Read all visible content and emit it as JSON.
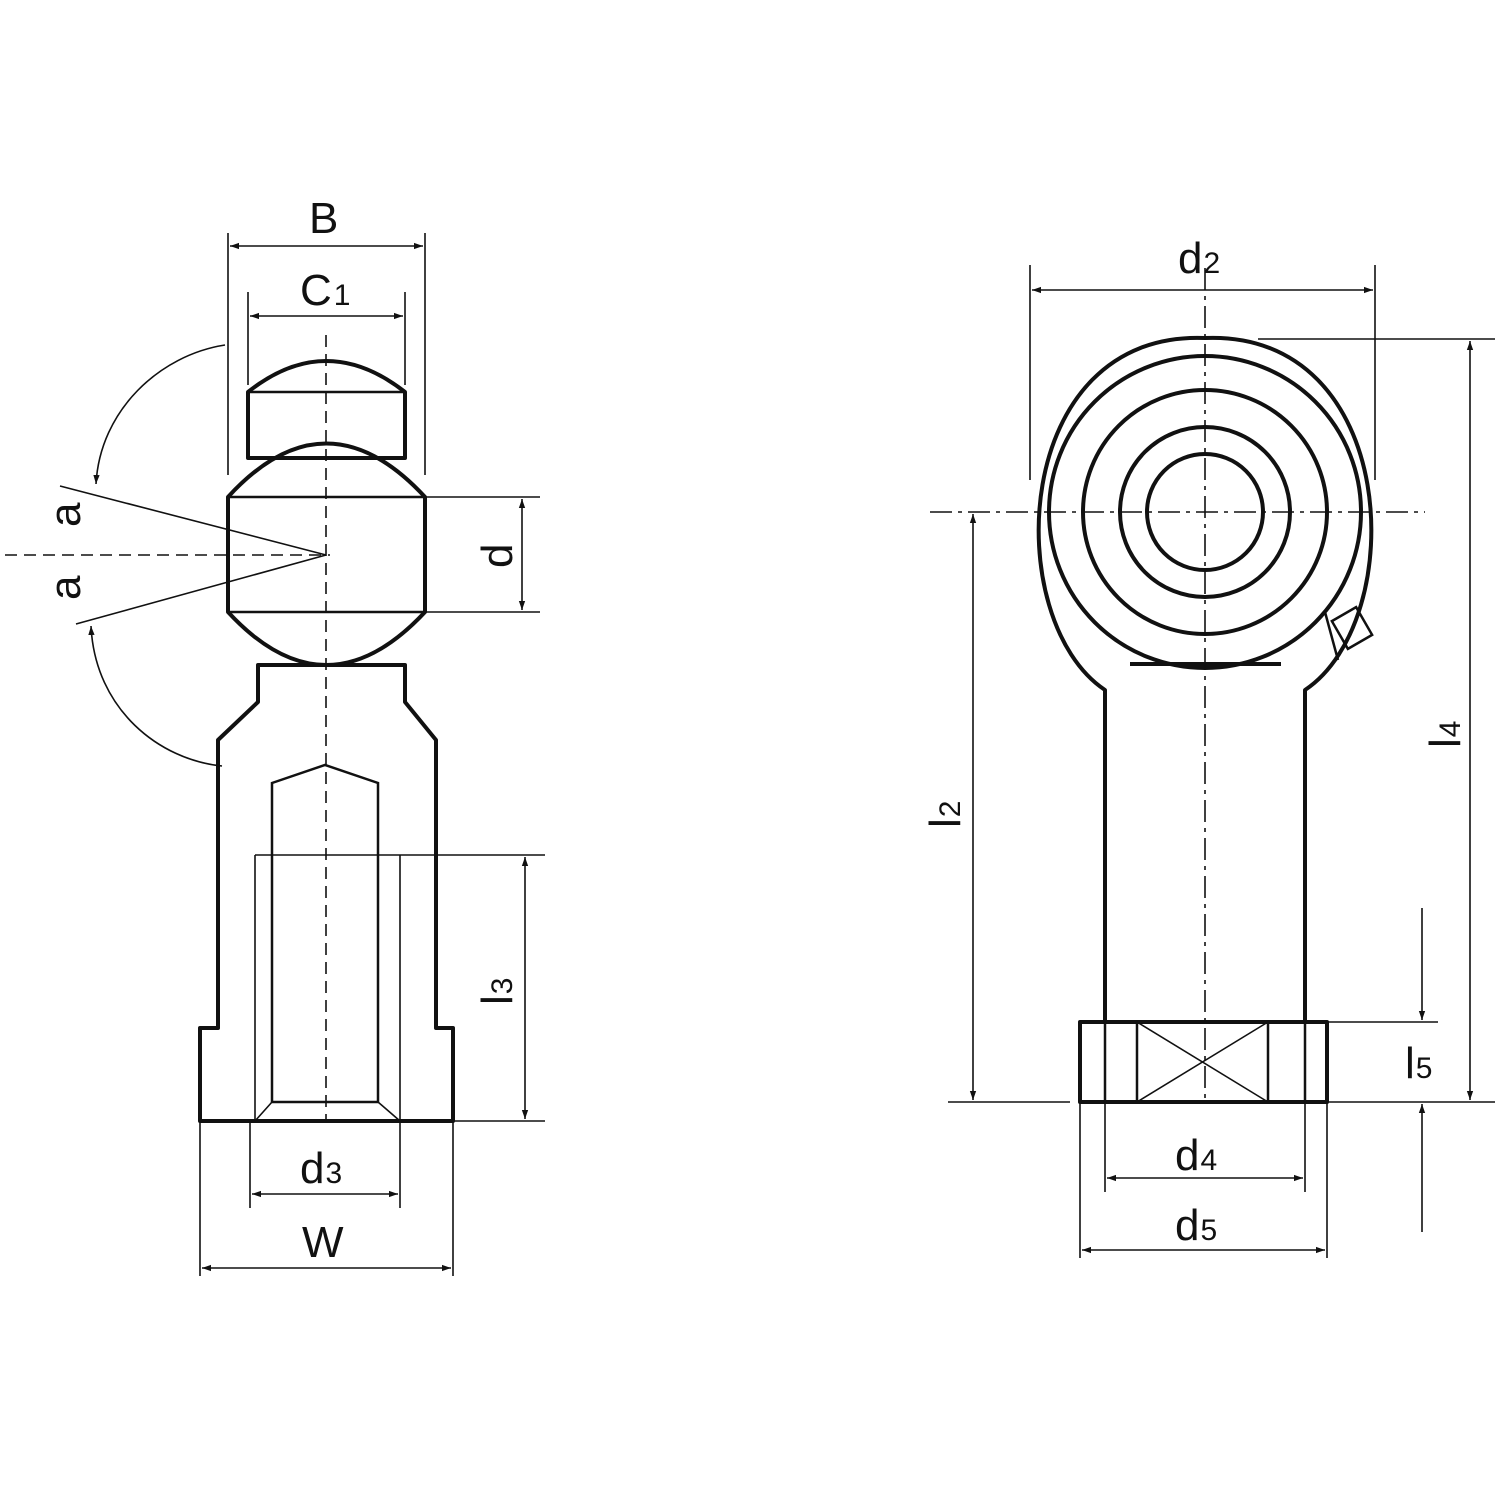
{
  "labels": {
    "B": "B",
    "C": "C",
    "C_sub": "1",
    "a_upper": "a",
    "a_lower": "a",
    "d": "d",
    "l": "l",
    "l3_sub": "3",
    "d3_main": "d",
    "d3_sub": "3",
    "W": "W",
    "d2_main": "d",
    "d2_sub": "2",
    "l2_sub": "2",
    "l4_sub": "4",
    "l5_sub": "5",
    "d4_main": "d",
    "d4_sub": "4",
    "d5_main": "d",
    "d5_sub": "5"
  }
}
